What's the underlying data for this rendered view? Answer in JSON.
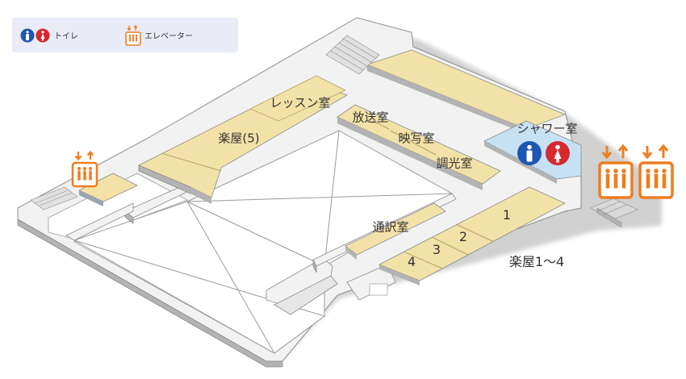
{
  "legend": {
    "toilet_label": "トイレ",
    "elevator_label": "エレベーター"
  },
  "rooms": {
    "lesson": "レッスン室",
    "broadcast": "放送室",
    "projection": "映写室",
    "lighting": "調光室",
    "gakuya5": "楽屋(5)",
    "shower": "シャワー室",
    "interpreter": "通訳室",
    "r1": "1",
    "r2": "2",
    "r3": "3",
    "r4": "4",
    "gakuya14": "楽屋1〜4"
  },
  "colors": {
    "room_fill": "#f3e2a8",
    "shower_fill": "#c7e1f4",
    "wall_top": "#f2f2f2",
    "wall_side": "#b3b3b3",
    "stage_line": "#9a9a9a",
    "elevator": "#ee7d1f",
    "toilet_men": "#1f55b4",
    "toilet_women": "#d7282f"
  },
  "icons": {
    "toilet": "toilet-icon",
    "elevator": "elevator-icon"
  }
}
